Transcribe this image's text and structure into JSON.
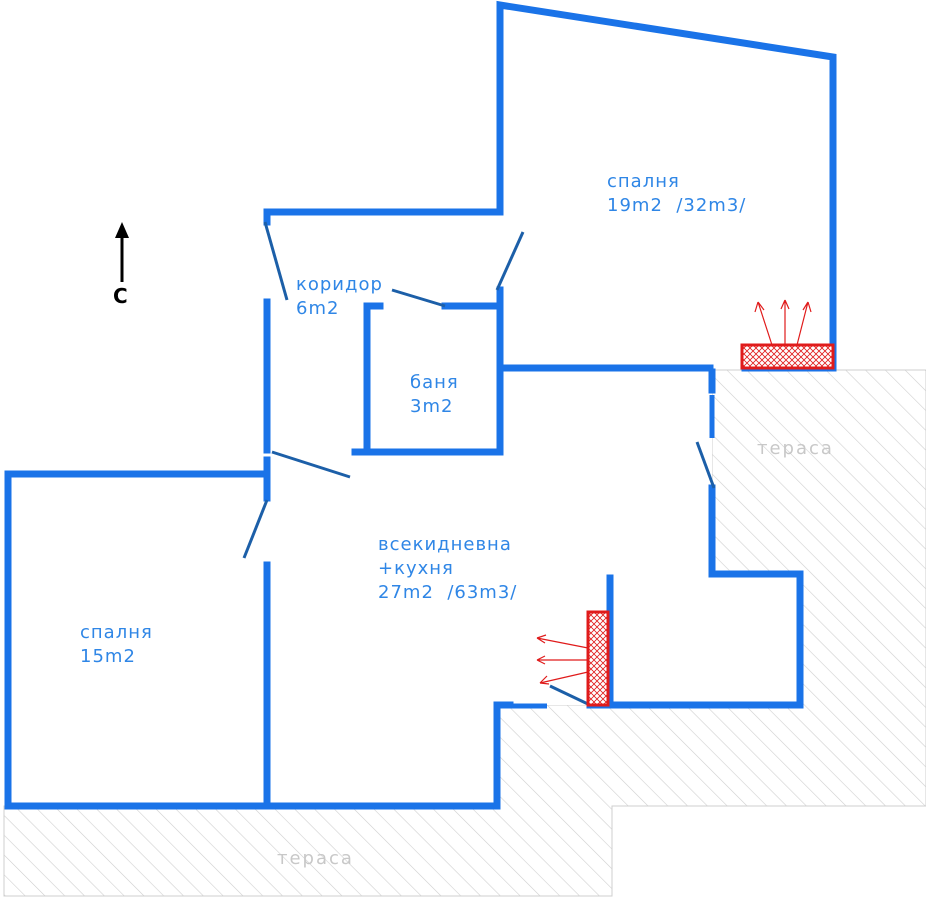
{
  "compass": {
    "label": "С"
  },
  "rooms": [
    {
      "id": "bedroom-large",
      "name": "спалня",
      "area": "19m2  /32m3/"
    },
    {
      "id": "corridor",
      "name": "коридор",
      "area": "6m2"
    },
    {
      "id": "bathroom",
      "name": "баня",
      "area": "3m2"
    },
    {
      "id": "living",
      "name": "всекидневна",
      "name2": "+кухня",
      "area": "27m2  /63m3/"
    },
    {
      "id": "bedroom-small",
      "name": "спалня",
      "area": "15m2"
    }
  ],
  "terraces": [
    {
      "id": "terrace-east",
      "label": "тераса"
    },
    {
      "id": "terrace-south",
      "label": "тераса"
    }
  ],
  "colors": {
    "wall": "#1a73e8",
    "label": "#2f86e6",
    "heater": "#e01b1b",
    "terrace_hatch": "#cfcfcf"
  }
}
